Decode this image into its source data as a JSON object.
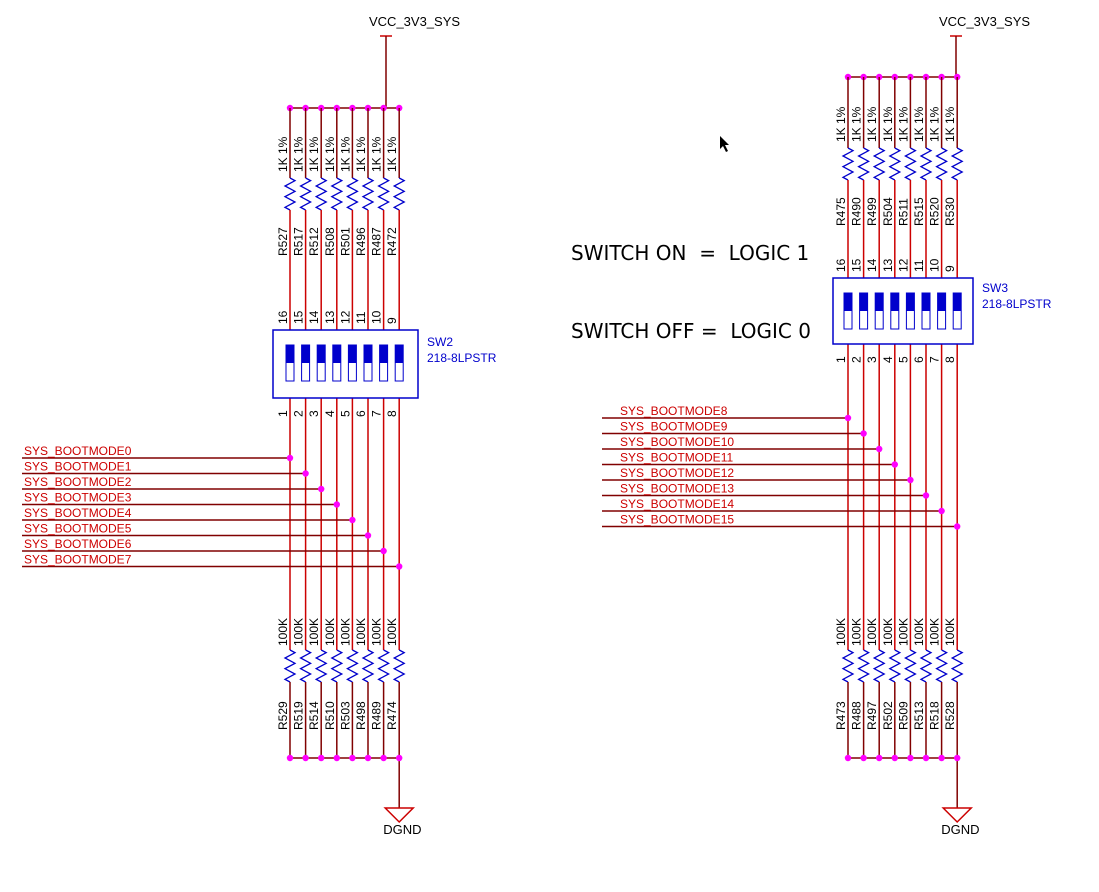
{
  "colors": {
    "wire": "#800000",
    "bus": "#800000",
    "pin": "#cc0000",
    "junction": "#ff00ff",
    "part": "#0000cc",
    "fill": "#0000cc",
    "label_red": "#cc0000",
    "text": "#000000",
    "power": "#cc0000"
  },
  "note": {
    "line1": "SWITCH ON  =  LOGIC 1",
    "line2": "SWITCH OFF =  LOGIC 0"
  },
  "banks": [
    {
      "power_net": "VCC_3V3_SYS",
      "ground_net": "DGND",
      "switch_ref": "SW2",
      "switch_part": "218-8LPSTR",
      "top_pins": [
        "16",
        "15",
        "14",
        "13",
        "12",
        "11",
        "10",
        "9"
      ],
      "bottom_pins": [
        "1",
        "2",
        "3",
        "4",
        "5",
        "6",
        "7",
        "8"
      ],
      "pullups": [
        "R527",
        "R517",
        "R512",
        "R508",
        "R501",
        "R496",
        "R487",
        "R472"
      ],
      "pullup_value": "1K 1%",
      "pulldowns": [
        "R529",
        "R519",
        "R514",
        "R510",
        "R503",
        "R498",
        "R489",
        "R474"
      ],
      "pulldown_value": "100K",
      "nets": [
        "SYS_BOOTMODE0",
        "SYS_BOOTMODE1",
        "SYS_BOOTMODE2",
        "SYS_BOOTMODE3",
        "SYS_BOOTMODE4",
        "SYS_BOOTMODE5",
        "SYS_BOOTMODE6",
        "SYS_BOOTMODE7"
      ]
    },
    {
      "power_net": "VCC_3V3_SYS",
      "ground_net": "DGND",
      "switch_ref": "SW3",
      "switch_part": "218-8LPSTR",
      "top_pins": [
        "16",
        "15",
        "14",
        "13",
        "12",
        "11",
        "10",
        "9"
      ],
      "bottom_pins": [
        "1",
        "2",
        "3",
        "4",
        "5",
        "6",
        "7",
        "8"
      ],
      "pullups": [
        "R475",
        "R490",
        "R499",
        "R504",
        "R511",
        "R515",
        "R520",
        "R530"
      ],
      "pullup_value": "1K 1%",
      "pulldowns": [
        "R473",
        "R488",
        "R497",
        "R502",
        "R509",
        "R513",
        "R518",
        "R528"
      ],
      "pulldown_value": "100K",
      "nets": [
        "SYS_BOOTMODE8",
        "SYS_BOOTMODE9",
        "SYS_BOOTMODE10",
        "SYS_BOOTMODE11",
        "SYS_BOOTMODE12",
        "SYS_BOOTMODE13",
        "SYS_BOOTMODE14",
        "SYS_BOOTMODE15"
      ]
    }
  ]
}
